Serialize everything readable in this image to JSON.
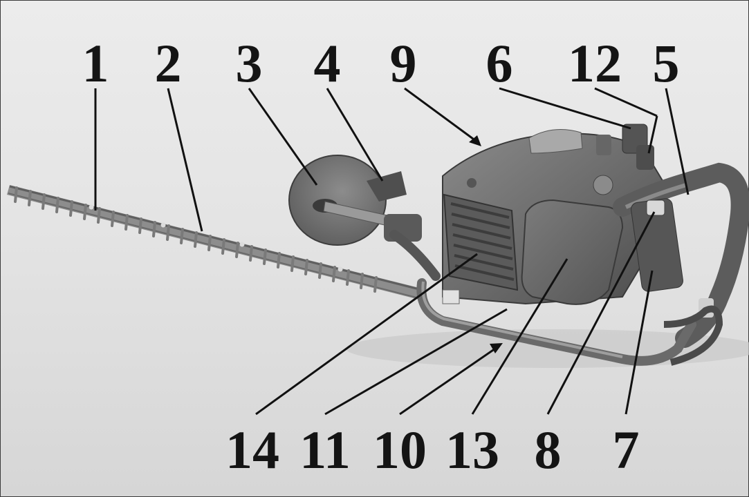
{
  "figure": {
    "type": "labeled product photo diagram",
    "subject": "hedge trimmer",
    "colors": {
      "background": "#e6e6e6",
      "background_shade": "#d3d3d3",
      "body": "#6f6f6f",
      "body_dark": "#4a4a4a",
      "body_light": "#9a9a9a",
      "blade": "#8c8c8c",
      "label": "#141414",
      "leader": "#111111"
    }
  },
  "callouts_top": [
    {
      "id": "1",
      "label": "1"
    },
    {
      "id": "2",
      "label": "2"
    },
    {
      "id": "3",
      "label": "3"
    },
    {
      "id": "4",
      "label": "4"
    },
    {
      "id": "9",
      "label": "9"
    },
    {
      "id": "6",
      "label": "6"
    },
    {
      "id": "12",
      "label": "12"
    },
    {
      "id": "5",
      "label": "5"
    }
  ],
  "callouts_bottom": [
    {
      "id": "14",
      "label": "14"
    },
    {
      "id": "11",
      "label": "11"
    },
    {
      "id": "10",
      "label": "10"
    },
    {
      "id": "13",
      "label": "13"
    },
    {
      "id": "8",
      "label": "8"
    },
    {
      "id": "7",
      "label": "7"
    }
  ]
}
